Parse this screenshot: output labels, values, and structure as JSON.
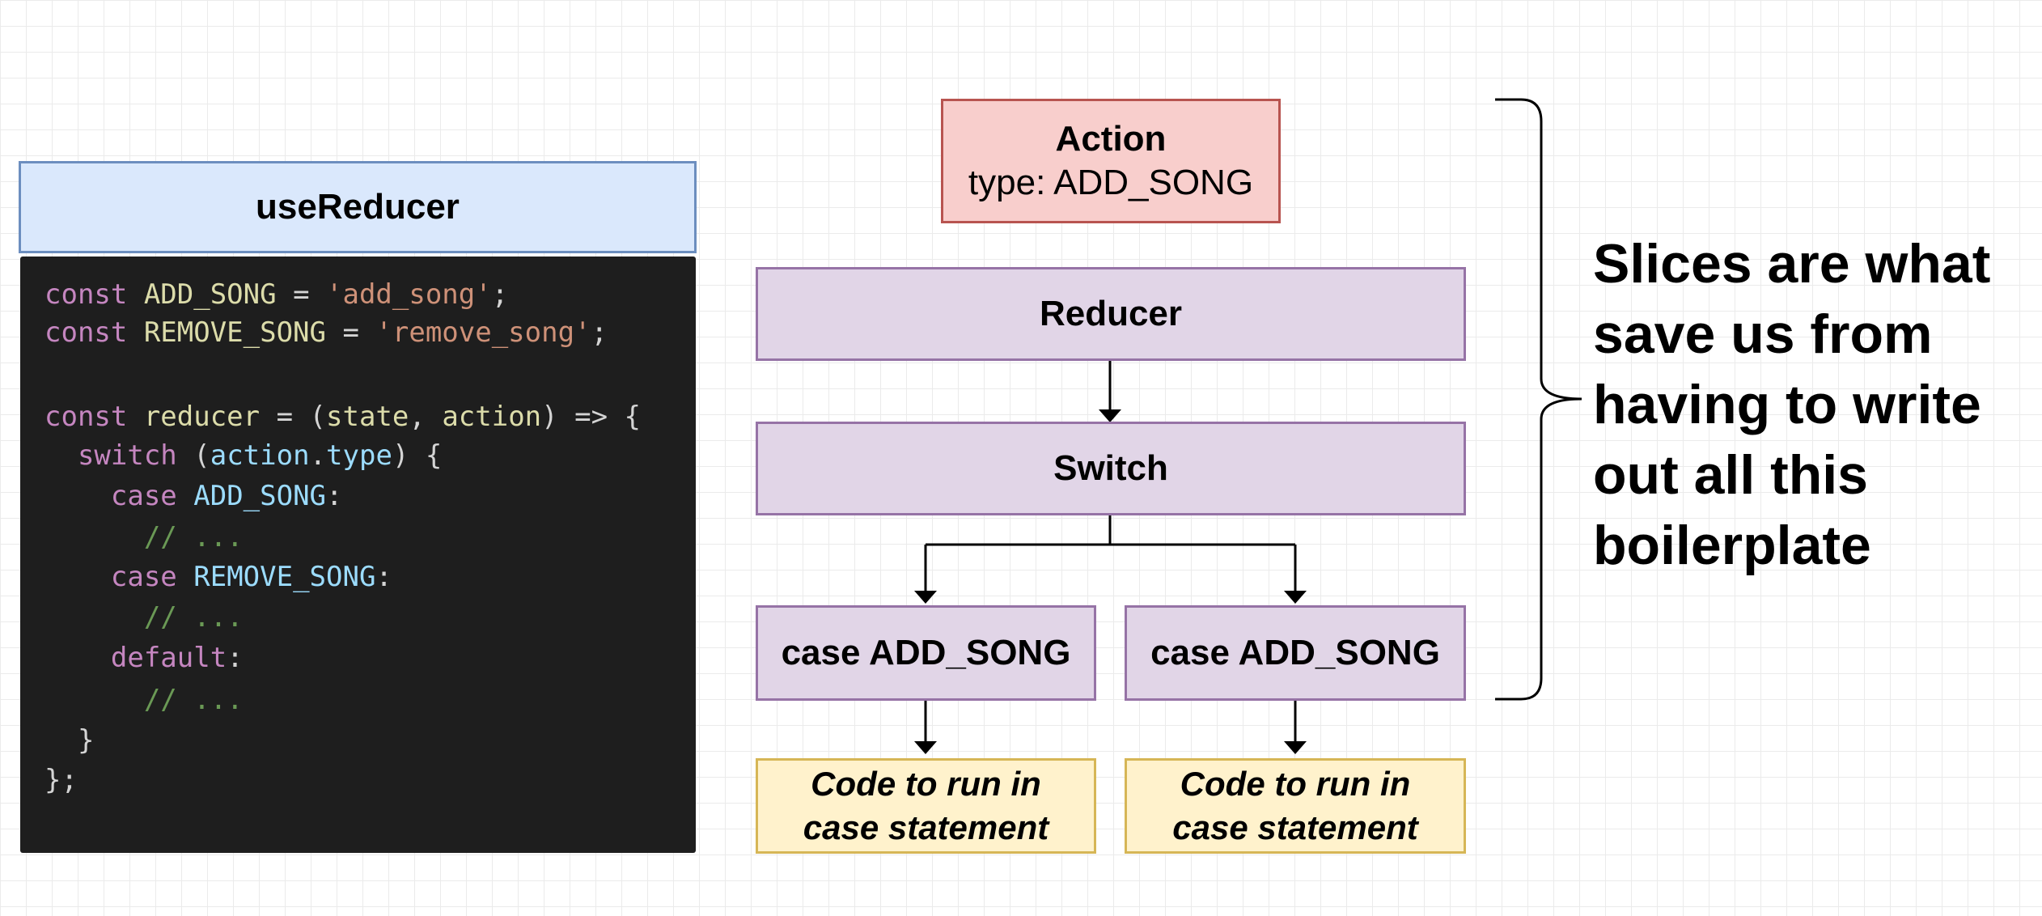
{
  "code_block": {
    "title": "useReducer",
    "lines": [
      [
        {
          "t": "const ",
          "c": "kw"
        },
        {
          "t": "ADD_SONG",
          "c": "cst"
        },
        {
          "t": " = ",
          "c": "pl"
        },
        {
          "t": "'add_song'",
          "c": "str"
        },
        {
          "t": ";",
          "c": "pl"
        }
      ],
      [
        {
          "t": "const ",
          "c": "kw"
        },
        {
          "t": "REMOVE_SONG",
          "c": "cst"
        },
        {
          "t": " = ",
          "c": "pl"
        },
        {
          "t": "'remove_song'",
          "c": "str"
        },
        {
          "t": ";",
          "c": "pl"
        }
      ],
      [],
      [
        {
          "t": "const ",
          "c": "kw"
        },
        {
          "t": "reducer",
          "c": "cst"
        },
        {
          "t": " = (",
          "c": "pl"
        },
        {
          "t": "state",
          "c": "cst"
        },
        {
          "t": ", ",
          "c": "pl"
        },
        {
          "t": "action",
          "c": "cst"
        },
        {
          "t": ") => {",
          "c": "pl"
        }
      ],
      [
        {
          "t": "  ",
          "c": "pl"
        },
        {
          "t": "switch",
          "c": "kw"
        },
        {
          "t": " (",
          "c": "pl"
        },
        {
          "t": "action",
          "c": "ty"
        },
        {
          "t": ".",
          "c": "pl"
        },
        {
          "t": "type",
          "c": "ty"
        },
        {
          "t": ") {",
          "c": "pl"
        }
      ],
      [
        {
          "t": "    ",
          "c": "pl"
        },
        {
          "t": "case ",
          "c": "kw"
        },
        {
          "t": "ADD_SONG",
          "c": "ty"
        },
        {
          "t": ":",
          "c": "pl"
        }
      ],
      [
        {
          "t": "      ",
          "c": "pl"
        },
        {
          "t": "// ...",
          "c": "cm"
        }
      ],
      [
        {
          "t": "    ",
          "c": "pl"
        },
        {
          "t": "case ",
          "c": "kw"
        },
        {
          "t": "REMOVE_SONG",
          "c": "ty"
        },
        {
          "t": ":",
          "c": "pl"
        }
      ],
      [
        {
          "t": "      ",
          "c": "pl"
        },
        {
          "t": "// ...",
          "c": "cm"
        }
      ],
      [
        {
          "t": "    ",
          "c": "pl"
        },
        {
          "t": "default",
          "c": "kw"
        },
        {
          "t": ":",
          "c": "pl"
        }
      ],
      [
        {
          "t": "      ",
          "c": "pl"
        },
        {
          "t": "// ...",
          "c": "cm"
        }
      ],
      [
        {
          "t": "  }",
          "c": "pl"
        }
      ],
      [
        {
          "t": "};",
          "c": "pl"
        }
      ]
    ]
  },
  "flow": {
    "action_title": "Action",
    "action_type": "type: ADD_SONG",
    "reducer": "Reducer",
    "switch": "Switch",
    "case_left": "case ADD_SONG",
    "case_right": "case ADD_SONG",
    "code_left": [
      "Code to run in",
      "case statement"
    ],
    "code_right": [
      "Code to run in",
      "case statement"
    ]
  },
  "note": "Slices are what save us from having to write out all this boilerplate",
  "colors": {
    "code_bg": "#1e1e1e",
    "title_fill": "#dae8fc",
    "action_fill": "#f8cecc",
    "purple_fill": "#e1d5e7",
    "yellow_fill": "#fff2cc"
  }
}
